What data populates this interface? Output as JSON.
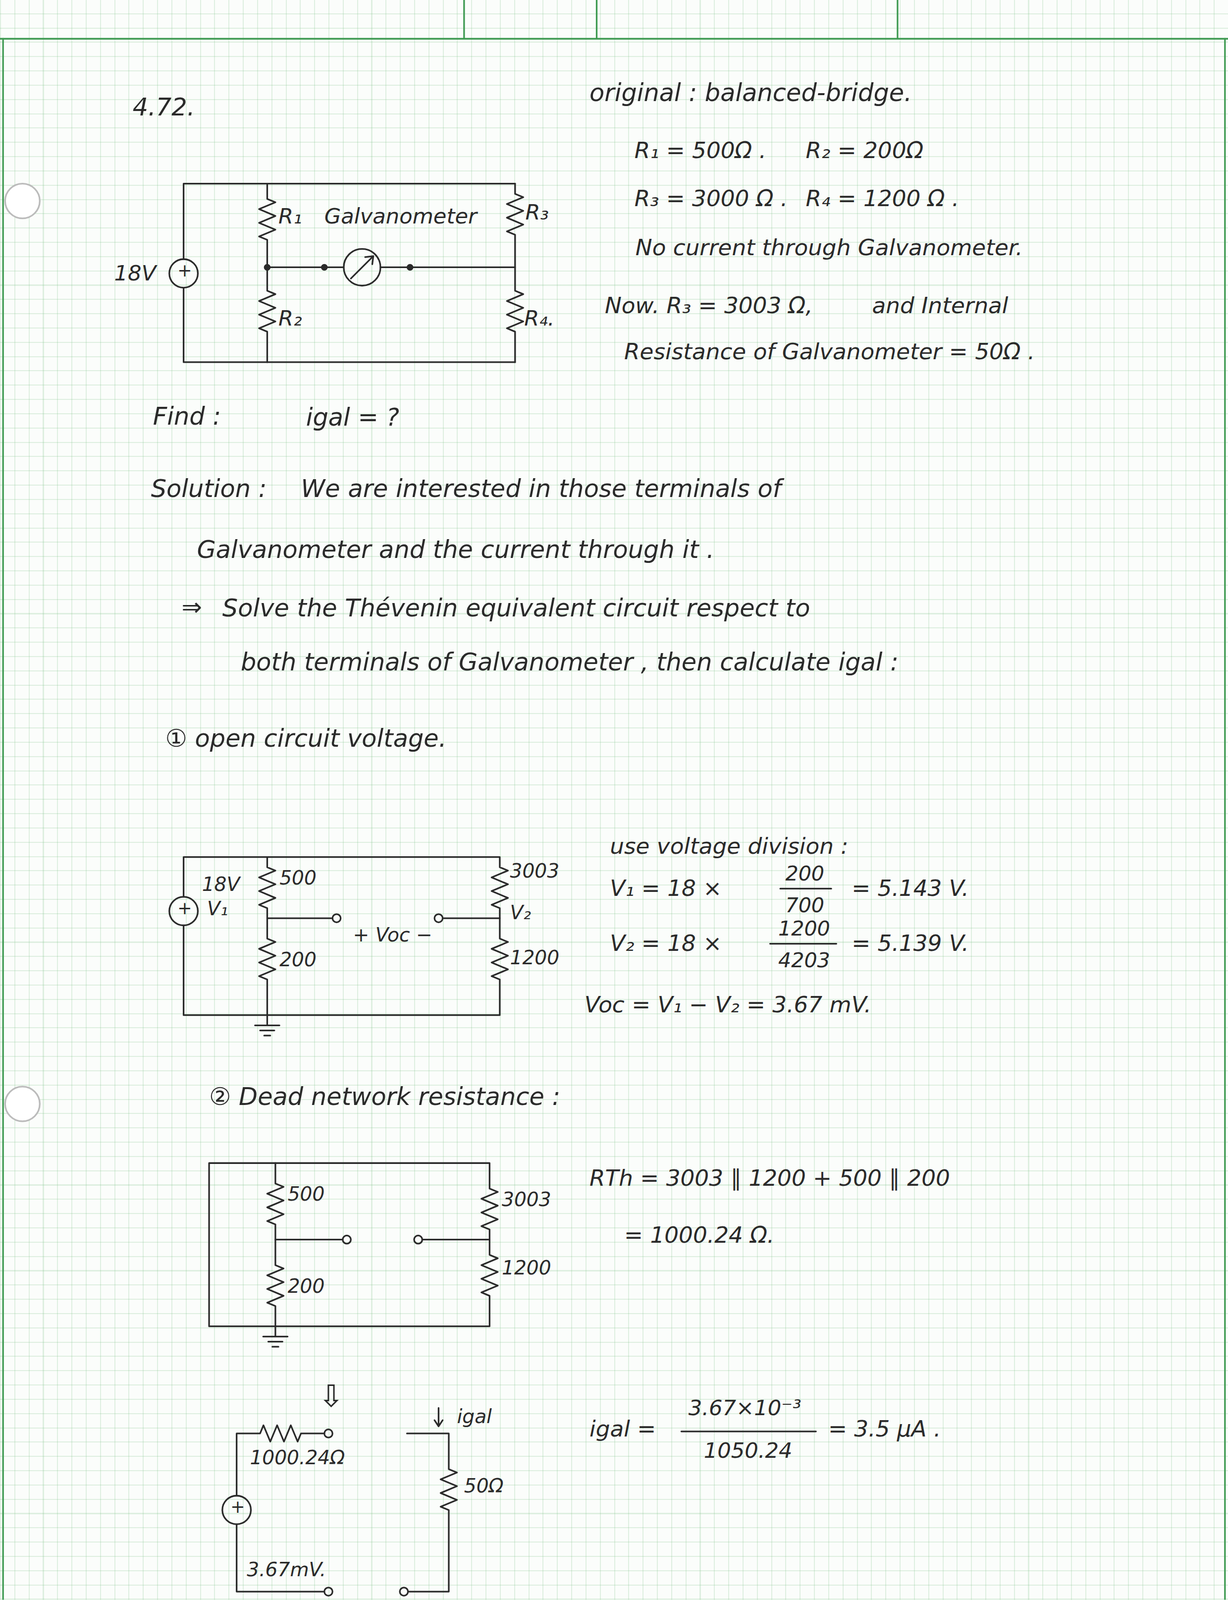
{
  "diagram": {
    "labels": [
      "4.72.",
      "original : balanced-bridge.",
      "R₁ = 500Ω .",
      "R₂ = 200Ω",
      "R₃ = 3000 Ω .",
      "R₄ = 1200 Ω .",
      "No current through Galvanometer.",
      "Now. R₃ = 3003 Ω,",
      "and Internal",
      "Resistance of Galvanometer = 50Ω .",
      "R₁",
      "Galvanometer",
      "R₃",
      "18V",
      "+",
      "R₂",
      "R₄.",
      "Find :",
      "igal = ?",
      "Solution :",
      "We are interested in those terminals of",
      "Galvanometer and the current through it .",
      "⇒",
      "Solve the Thévenin equivalent circuit respect to",
      "both terminals of Galvanometer , then calculate igal :",
      "① open circuit voltage.",
      "use voltage division :",
      "500",
      "18V",
      "V₁",
      "+",
      "+ Voc −",
      "200",
      "3003",
      "V₂",
      "1200",
      "V₁ = 18 ×",
      "200",
      "700",
      "= 5.143 V.",
      "V₂ = 18 ×",
      "1200",
      "4203",
      "= 5.139 V.",
      "Voc = V₁ − V₂ = 3.67 mV.",
      "② Dead network resistance :",
      "500",
      "3003",
      "200",
      "1200",
      "RTh = 3003 ∥ 1200 + 500 ∥ 200",
      "= 1000.24 Ω.",
      "⇩",
      "1000.24Ω",
      "igal",
      "50Ω",
      "+",
      "3.67mV.",
      "igal =",
      "3.67×10⁻³",
      "1050.24",
      "= 3.5 μA ."
    ]
  }
}
